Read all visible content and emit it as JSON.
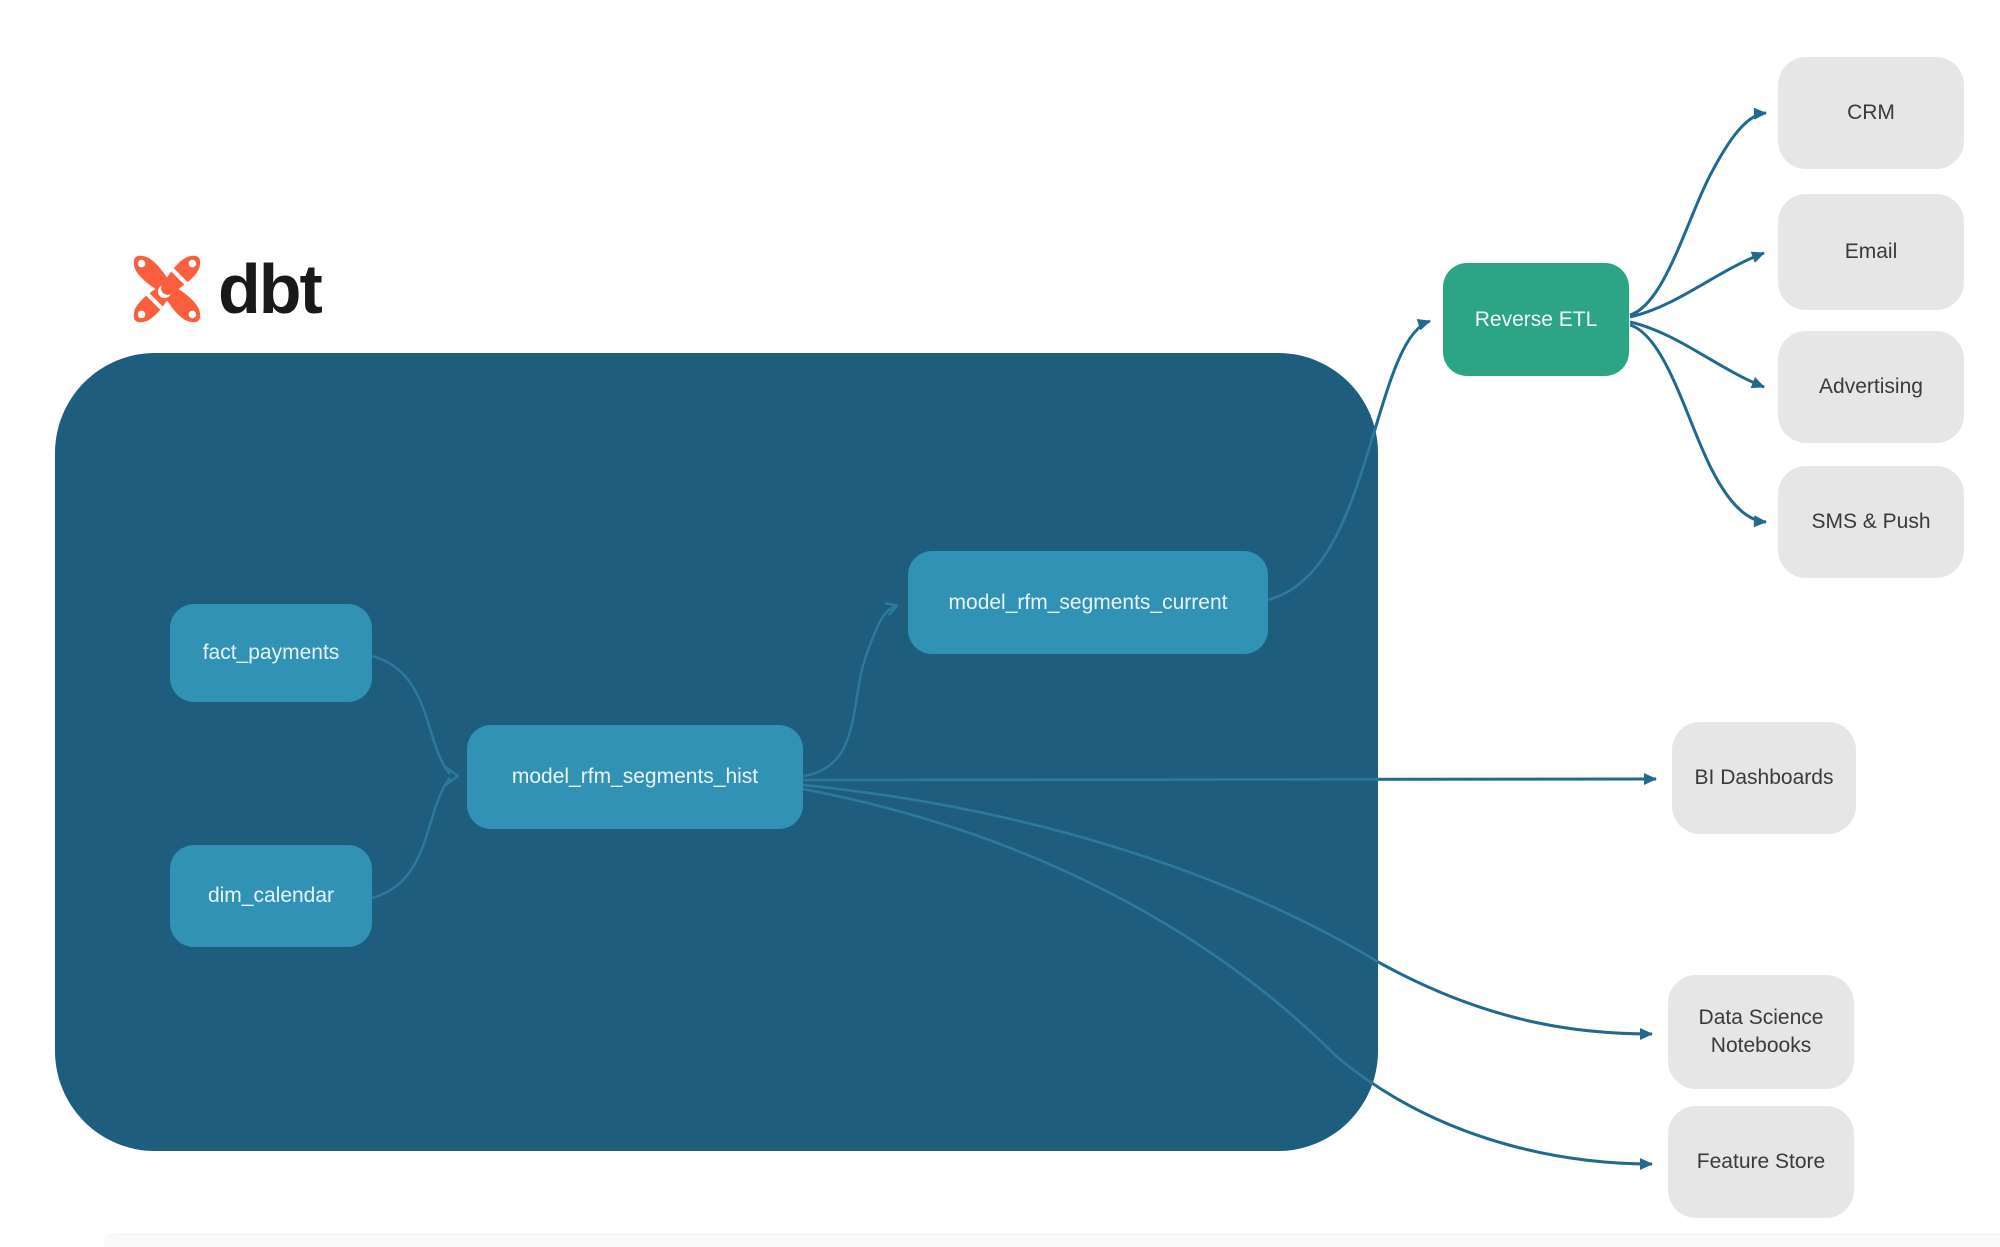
{
  "logo": {
    "brand": "dbt",
    "icon": "dbt-supernova-icon"
  },
  "colors": {
    "container_background": "#1E5D7D",
    "model_node": "#3292B5",
    "activation_node": "#2EA487",
    "destination_node": "#E6E6E7",
    "edge_outer": "#21698F",
    "edge_inner": "#2E7A9B",
    "brand_orange": "#FB5E3C",
    "page_background": "#FFFFFF"
  },
  "pipeline": {
    "container_nodes": [
      {
        "id": "fact_payments",
        "label": "fact_payments"
      },
      {
        "id": "dim_calendar",
        "label": "dim_calendar"
      },
      {
        "id": "model_rfm_segments_hist",
        "label": "model_rfm_segments_hist"
      },
      {
        "id": "model_rfm_segments_current",
        "label": "model_rfm_segments_current"
      }
    ],
    "activation_node": {
      "id": "reverse_etl",
      "label": "Reverse ETL"
    },
    "destination_nodes": [
      {
        "id": "crm",
        "label": "CRM"
      },
      {
        "id": "email",
        "label": "Email"
      },
      {
        "id": "advertising",
        "label": "Advertising"
      },
      {
        "id": "sms_push",
        "label": "SMS & Push"
      },
      {
        "id": "bi_dashboards",
        "label": "BI Dashboards"
      },
      {
        "id": "data_science_notebooks",
        "label": "Data Science Notebooks"
      },
      {
        "id": "feature_store",
        "label": "Feature Store"
      }
    ],
    "edges": [
      {
        "from": "fact_payments",
        "to": "model_rfm_segments_hist"
      },
      {
        "from": "dim_calendar",
        "to": "model_rfm_segments_hist"
      },
      {
        "from": "model_rfm_segments_hist",
        "to": "model_rfm_segments_current"
      },
      {
        "from": "model_rfm_segments_current",
        "to": "reverse_etl"
      },
      {
        "from": "reverse_etl",
        "to": "crm"
      },
      {
        "from": "reverse_etl",
        "to": "email"
      },
      {
        "from": "reverse_etl",
        "to": "advertising"
      },
      {
        "from": "reverse_etl",
        "to": "sms_push"
      },
      {
        "from": "model_rfm_segments_hist",
        "to": "bi_dashboards"
      },
      {
        "from": "model_rfm_segments_hist",
        "to": "data_science_notebooks"
      },
      {
        "from": "model_rfm_segments_hist",
        "to": "feature_store"
      }
    ]
  }
}
